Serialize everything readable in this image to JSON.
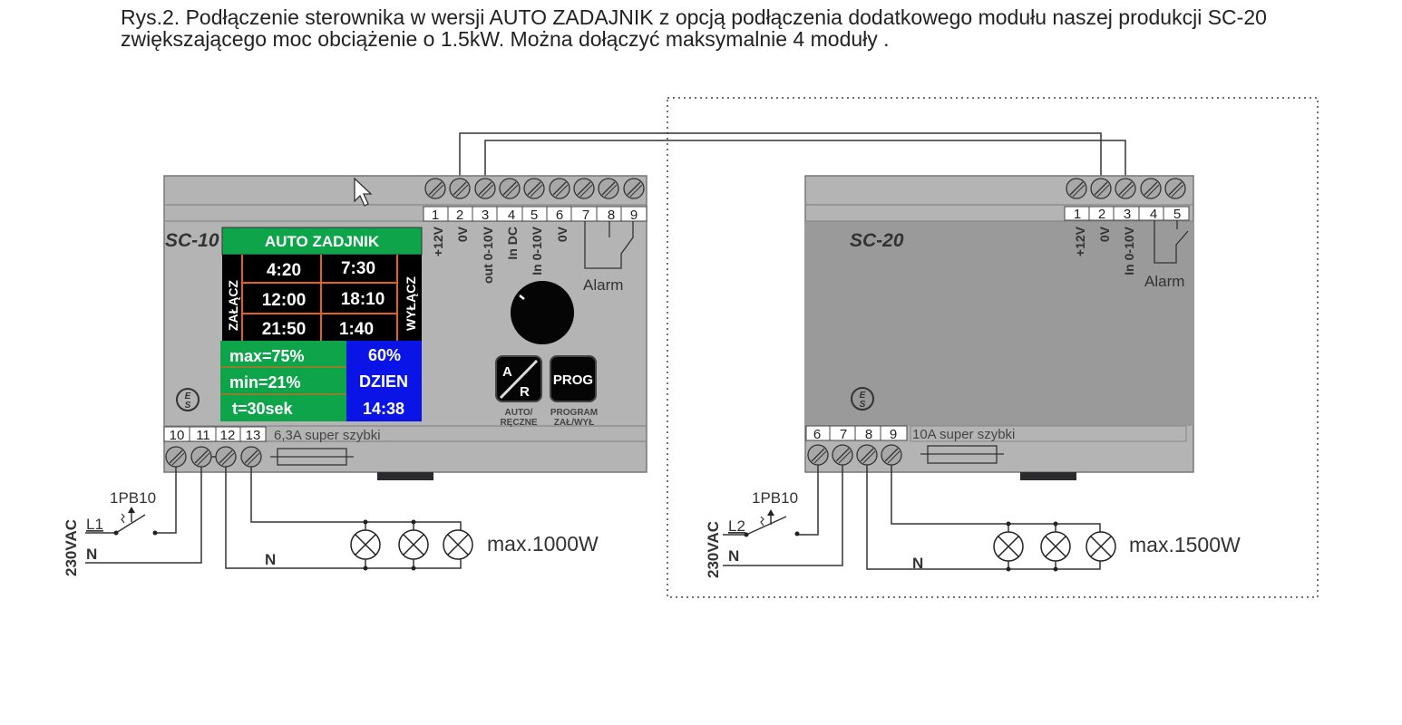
{
  "caption": {
    "line1": "Rys.2.   Podłączenie sterownika w wersji AUTO ZADAJNIK z opcją podłączenia dodatkowego modułu naszej produkcji SC-20",
    "line2": "zwiększającego moc obciążenie o 1.5kW. Można dołączyć maksymalnie 4 moduły ."
  },
  "colors": {
    "module_gray": "#b4b4b4",
    "module2_gray": "#9a9a9a",
    "display_green": "#0ea44a",
    "display_blue": "#0a14e6",
    "display_black": "#000000",
    "grid_orange": "#e0641e"
  },
  "sc10": {
    "label": "SC-10",
    "top_terminals": [
      "1",
      "2",
      "3",
      "4",
      "5",
      "6",
      "7",
      "8",
      "9"
    ],
    "top_terminal_labels": [
      "+12V",
      "0V",
      "out 0-10V",
      "In DC",
      "In 0-10V",
      "0V"
    ],
    "alarm_label": "Alarm",
    "bottom_terminals": [
      "10",
      "11",
      "12",
      "13"
    ],
    "fuse_label": "6,3A super szybki",
    "display": {
      "title": "AUTO ZADJNIK",
      "left_side": "ZAŁĄCZ",
      "right_side": "WYŁĄCZ",
      "on_times": [
        "4:20",
        "12:00",
        "21:50"
      ],
      "off_times": [
        "7:30",
        "18:10",
        "1:40"
      ],
      "max": "max=75%",
      "min": "min=21%",
      "t": "t=30sek",
      "level": "60%",
      "mode": "DZIEN",
      "clock": "14:38"
    },
    "button_ar": {
      "top": "A",
      "bottom": "R",
      "caption1": "AUTO/",
      "caption2": "RĘCZNE"
    },
    "button_prog": {
      "label": "PROG",
      "caption1": "PROGRAM",
      "caption2": "ZAŁ/WYŁ"
    },
    "circuit": {
      "switch": "1PB10",
      "line": "L1",
      "neutral": "N",
      "voltage": "230VAC",
      "load_neutral": "N",
      "load": "max.1000W"
    }
  },
  "sc20": {
    "label": "SC-20",
    "top_terminals": [
      "1",
      "2",
      "3",
      "4",
      "5"
    ],
    "top_terminal_labels": [
      "+12V",
      "0V",
      "In 0-10V"
    ],
    "alarm_label": "Alarm",
    "bottom_terminals": [
      "6",
      "7",
      "8",
      "9"
    ],
    "fuse_label": "10A super szybki",
    "circuit": {
      "switch": "1PB10",
      "line": "L2",
      "neutral": "N",
      "voltage": "230VAC",
      "load_neutral": "N",
      "load": "max.1500W"
    }
  }
}
